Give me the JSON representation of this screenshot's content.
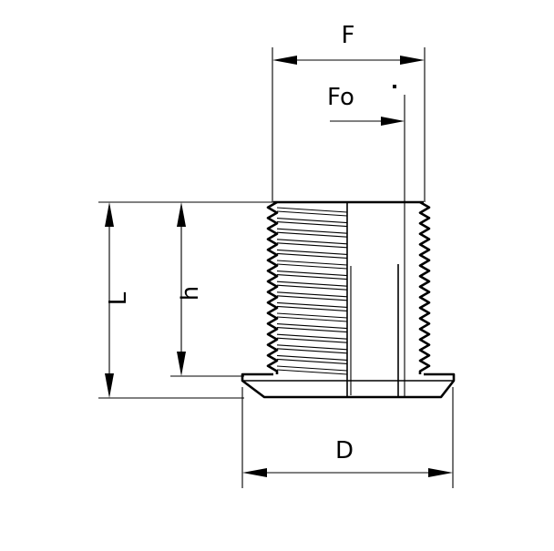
{
  "labels": {
    "F": "F",
    "Fo": "Fo",
    "L": "L",
    "h": "h",
    "D": "D"
  },
  "colors": {
    "line": "#000000",
    "background": "#ffffff"
  }
}
